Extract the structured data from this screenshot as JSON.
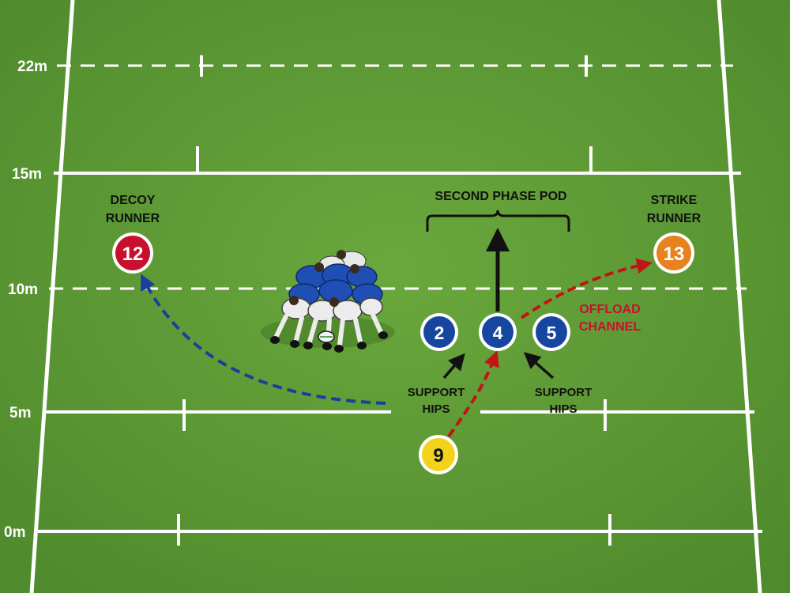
{
  "pitch": {
    "distance_labels": [
      "22m",
      "15m",
      "10m",
      "5m",
      "0m"
    ]
  },
  "labels": {
    "decoy_runner": [
      "DECOY",
      "RUNNER"
    ],
    "strike_runner": [
      "STRIKE",
      "RUNNER"
    ],
    "second_phase_pod": "SECOND PHASE POD",
    "offload_channel": [
      "OFFLOAD",
      "CHANNEL"
    ],
    "support_left": [
      "SUPPORT",
      "HIPS"
    ],
    "support_right": [
      "SUPPORT",
      "HIPS"
    ]
  },
  "players": [
    {
      "number": "12",
      "role": "decoy-runner",
      "color": "#c8102e"
    },
    {
      "number": "13",
      "role": "strike-runner",
      "color": "#e8821e"
    },
    {
      "number": "2",
      "role": "pod-left-support",
      "color": "#1746a0"
    },
    {
      "number": "4",
      "role": "pod-carrier",
      "color": "#1746a0"
    },
    {
      "number": "5",
      "role": "pod-right-support",
      "color": "#1746a0"
    },
    {
      "number": "9",
      "role": "scrum-half",
      "color": "#f2d21b"
    }
  ],
  "colors": {
    "grass": "#5e9c35",
    "line": "#ffffff",
    "decoy_route": "#1a3f9c",
    "offload_route": "#c01515",
    "arrow": "#111111",
    "offload_text": "#c8102e",
    "scrum_blue": "#1f4fb5",
    "scrum_white": "#e8e8e8"
  }
}
